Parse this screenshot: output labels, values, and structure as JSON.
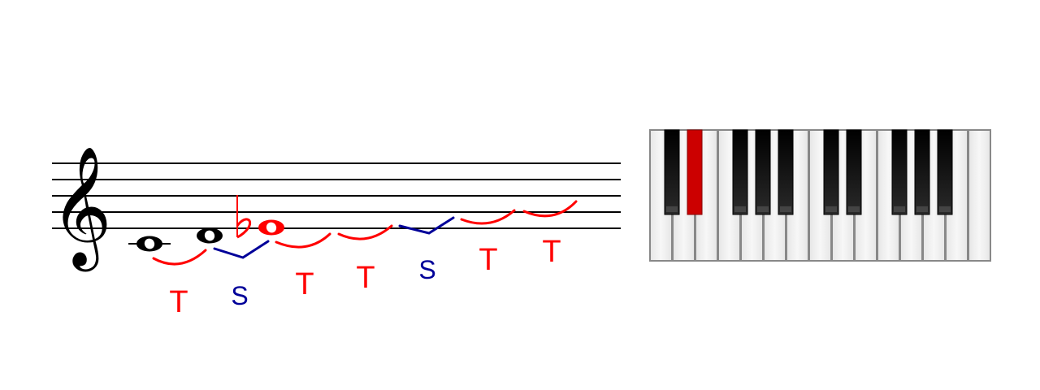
{
  "colors": {
    "tone": "#ff0000",
    "semitone": "#000099",
    "staff": "#000000",
    "highlight_key": "#cc0000"
  },
  "staff": {
    "clef": "treble-clef",
    "clef_glyph": "𝄞"
  },
  "notes": [
    {
      "name": "C4",
      "kind": "whole-note",
      "color": "#000000",
      "ledger": true
    },
    {
      "name": "D4",
      "kind": "whole-note",
      "color": "#000000",
      "ledger": false
    },
    {
      "name": "Eb4",
      "kind": "whole-note",
      "color": "#ff0000",
      "accidental": "♭"
    }
  ],
  "steps": [
    {
      "label": "T",
      "type": "tone"
    },
    {
      "label": "S",
      "type": "semitone"
    },
    {
      "label": "T",
      "type": "tone"
    },
    {
      "label": "T",
      "type": "tone"
    },
    {
      "label": "S",
      "type": "semitone"
    },
    {
      "label": "T",
      "type": "tone"
    },
    {
      "label": "T",
      "type": "tone"
    }
  ],
  "keyboard": {
    "white_keys": 15,
    "black_key_pattern": [
      1,
      1,
      0,
      1,
      1,
      1,
      0,
      1,
      1,
      0,
      1,
      1,
      1,
      0
    ],
    "highlighted_black_key": 1
  }
}
